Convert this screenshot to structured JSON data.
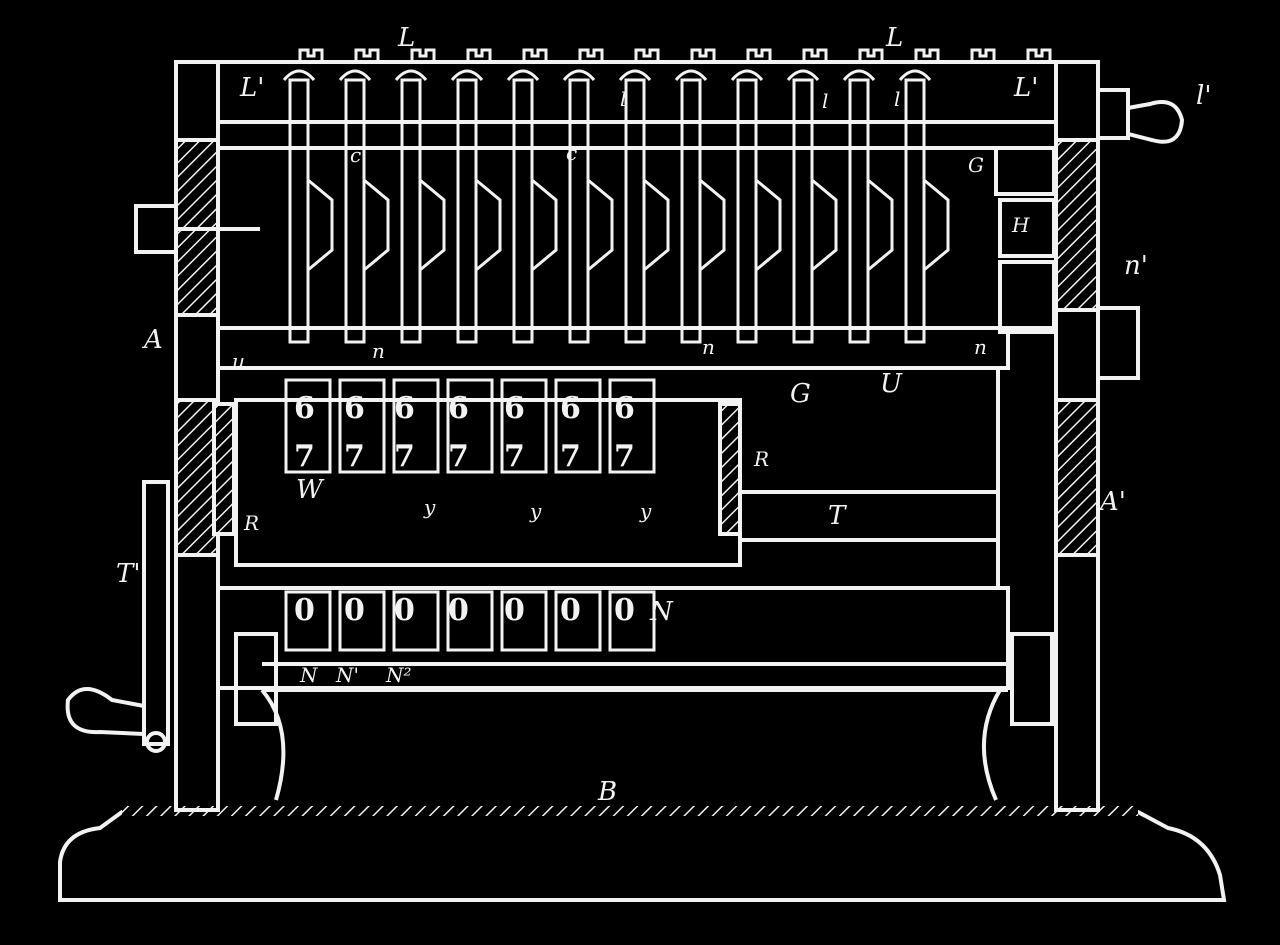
{
  "colors": {
    "background": "#000000",
    "ink": "#f2f2f2"
  },
  "labels": {
    "L_left": "L",
    "L_right": "L",
    "L_prime_left": "L'",
    "L_prime_right": "L'",
    "l_prime": "l'",
    "A": "A",
    "A_prime": "A'",
    "G_right": "G",
    "H": "H",
    "n_prime": "n'",
    "u": "u",
    "G": "G",
    "U": "U",
    "W": "W",
    "R_left": "R",
    "R_right": "R",
    "T": "T",
    "T_prime": "T'",
    "N": "N",
    "N_low": "N",
    "N_prime": "N'",
    "N2": "N²",
    "B": "B",
    "c1": "c",
    "c2": "c",
    "l1": "l",
    "l2": "l",
    "l3": "l",
    "n1": "n",
    "n2": "n",
    "n3": "n",
    "y1": "y",
    "y2": "y",
    "y3": "y"
  },
  "wheels": {
    "row_six": [
      "6",
      "6",
      "6",
      "6",
      "6",
      "6",
      "6"
    ],
    "row_seven": [
      "7",
      "7",
      "7",
      "7",
      "7",
      "7",
      "7"
    ],
    "row_zero": [
      "0",
      "0",
      "0",
      "0",
      "0",
      "0",
      "0"
    ]
  }
}
